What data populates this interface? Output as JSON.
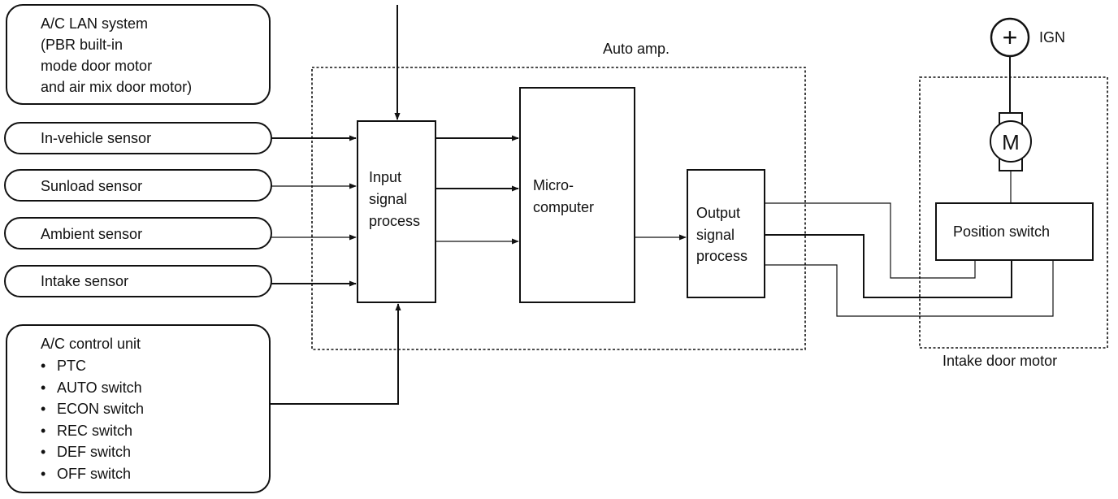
{
  "ac_lan": {
    "lines": [
      "A/C LAN system",
      "(PBR built-in",
      "mode door motor",
      "and air mix door motor)"
    ]
  },
  "sensors": [
    "In-vehicle sensor",
    "Sunload sensor",
    "Ambient sensor",
    "Intake sensor"
  ],
  "control_unit": {
    "title": "A/C control unit",
    "bullet": "•",
    "items": [
      "PTC",
      "AUTO switch",
      "ECON switch",
      "REC switch",
      "DEF switch",
      "OFF switch"
    ]
  },
  "auto_amp": {
    "label": "Auto amp.",
    "input_block": [
      "Input",
      "signal",
      "process"
    ],
    "micro_block": [
      "Micro-",
      "computer"
    ],
    "output_block": [
      "Output",
      "signal",
      "process"
    ]
  },
  "intake_door_motor": {
    "label": "Intake door motor",
    "motor_symbol": "M",
    "position_switch": "Position switch"
  },
  "power": {
    "symbol": "+",
    "label": "IGN"
  }
}
